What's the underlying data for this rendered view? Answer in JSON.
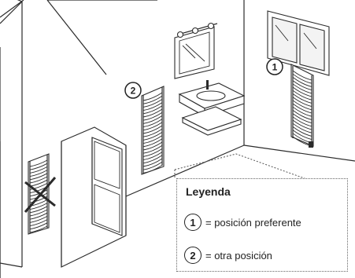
{
  "legend": {
    "title": "Leyenda",
    "items": [
      {
        "marker": "1",
        "text": "= posición preferente"
      },
      {
        "marker": "2",
        "text": "= otra posición"
      }
    ]
  },
  "markers": {
    "right_wall_radiator": "1",
    "back_wall_radiator": "2"
  }
}
